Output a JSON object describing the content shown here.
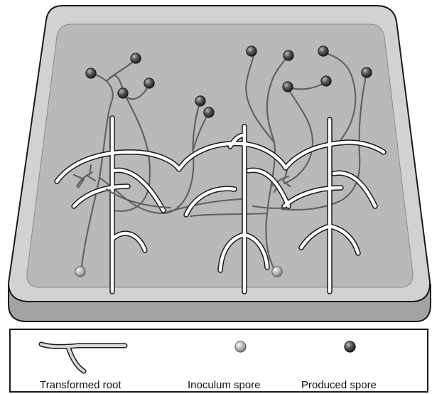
{
  "colors": {
    "plate_top": "#b9b9b9",
    "plate_edge": "#d0d0d0",
    "plate_side": "#9a9a9a",
    "root": "#ffffff",
    "root_outline": "#1a1a1a",
    "hypha": "#5a5a5a",
    "inoculum_spore": "#a8a8a8",
    "produced_spore": "#4a4a4a"
  },
  "legend": {
    "items": [
      {
        "key": "root",
        "label": "Transformed root",
        "icon": "root-segment-icon"
      },
      {
        "key": "inoculum",
        "label": "Inoculum spore",
        "icon": "light-gray-sphere-icon"
      },
      {
        "key": "produced",
        "label": "Produced spore",
        "icon": "dark-gray-sphere-icon"
      }
    ]
  }
}
